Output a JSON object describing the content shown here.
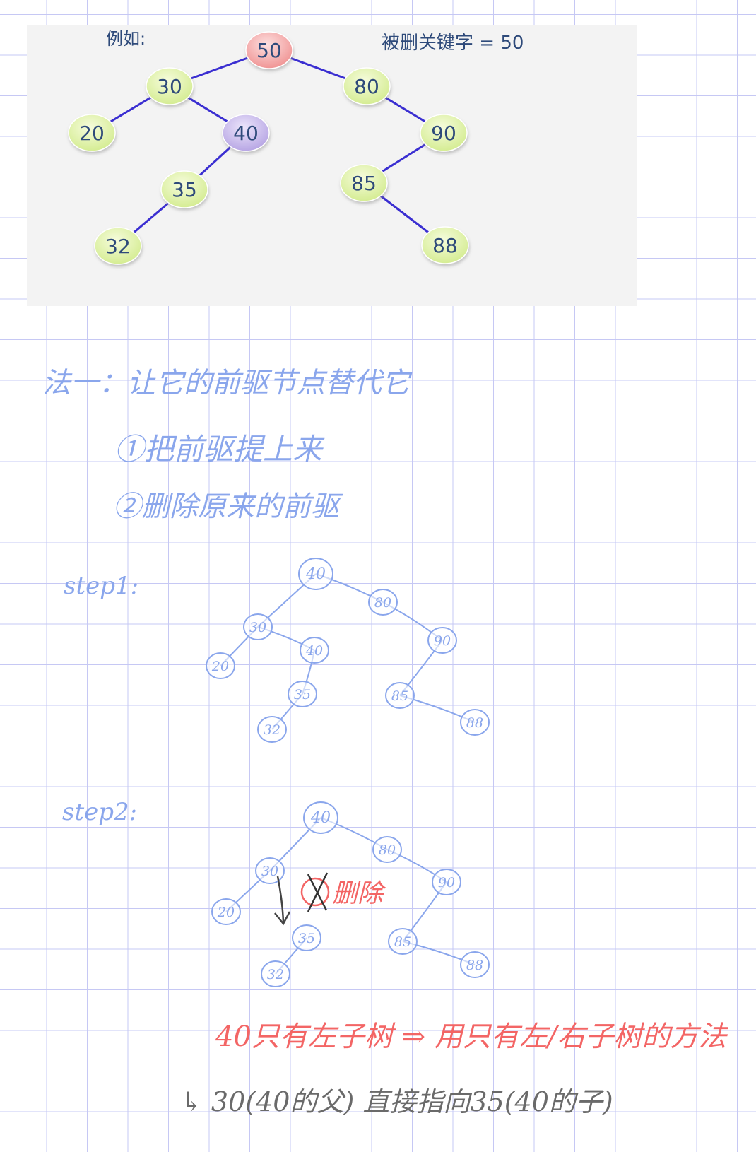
{
  "slide": {
    "example_label": "例如:",
    "deleted_key_label": "被删关键字 = 50"
  },
  "tree": {
    "root": "50",
    "nodes": [
      {
        "id": "50",
        "label": "50",
        "color": "#f4a9a9",
        "highlight": "root"
      },
      {
        "id": "30",
        "label": "30",
        "color": "#dff2a9"
      },
      {
        "id": "80",
        "label": "80",
        "color": "#dff2a9"
      },
      {
        "id": "20",
        "label": "20",
        "color": "#dff2a9"
      },
      {
        "id": "40",
        "label": "40",
        "color": "#c8b9ec",
        "highlight": "predecessor"
      },
      {
        "id": "90",
        "label": "90",
        "color": "#dff2a9"
      },
      {
        "id": "35",
        "label": "35",
        "color": "#dff2a9"
      },
      {
        "id": "85",
        "label": "85",
        "color": "#dff2a9"
      },
      {
        "id": "32",
        "label": "32",
        "color": "#dff2a9"
      },
      {
        "id": "88",
        "label": "88",
        "color": "#dff2a9"
      }
    ],
    "edges": [
      [
        "50",
        "30"
      ],
      [
        "50",
        "80"
      ],
      [
        "30",
        "20"
      ],
      [
        "30",
        "40"
      ],
      [
        "40",
        "35"
      ],
      [
        "35",
        "32"
      ],
      [
        "80",
        "90"
      ],
      [
        "90",
        "85"
      ],
      [
        "85",
        "88"
      ]
    ],
    "edge_color": "#3a2ed1"
  },
  "notes": {
    "method_title": "法一：让它的前驱节点替代它",
    "step_a": "①把前驱提上来",
    "step_b": "②删除原来的前驱",
    "step1_label": "step1:",
    "step2_label": "step2:",
    "delete_mark": "删除",
    "observation": "40只有左子树 ⇒ 用只有左/右子树的方法",
    "conclusion": "↳ 30(40的父) 直接指向35(40的子)"
  },
  "step1_tree": {
    "nodes": [
      "40",
      "30",
      "80",
      "20",
      "40",
      "90",
      "35",
      "85",
      "32",
      "88"
    ],
    "edges": [
      [
        0,
        1
      ],
      [
        0,
        2
      ],
      [
        1,
        3
      ],
      [
        1,
        4
      ],
      [
        4,
        6
      ],
      [
        6,
        8
      ],
      [
        2,
        5
      ],
      [
        5,
        7
      ],
      [
        7,
        9
      ]
    ]
  },
  "step2_tree": {
    "nodes": [
      "40",
      "30",
      "80",
      "20",
      "40",
      "90",
      "35",
      "85",
      "32",
      "88"
    ],
    "edges": [
      [
        0,
        1
      ],
      [
        0,
        2
      ],
      [
        1,
        3
      ],
      [
        2,
        5
      ],
      [
        5,
        7
      ],
      [
        7,
        9
      ],
      [
        6,
        8
      ]
    ],
    "deleted_node_index": 4,
    "rewired_edge": [
      1,
      6
    ]
  },
  "colors": {
    "ink_blue": "#8aa6ec",
    "ink_red": "#f36565",
    "ink_gray": "#6a6a6a",
    "panel_bg": "#f3f3f3",
    "grid": "#c6c8f4"
  }
}
